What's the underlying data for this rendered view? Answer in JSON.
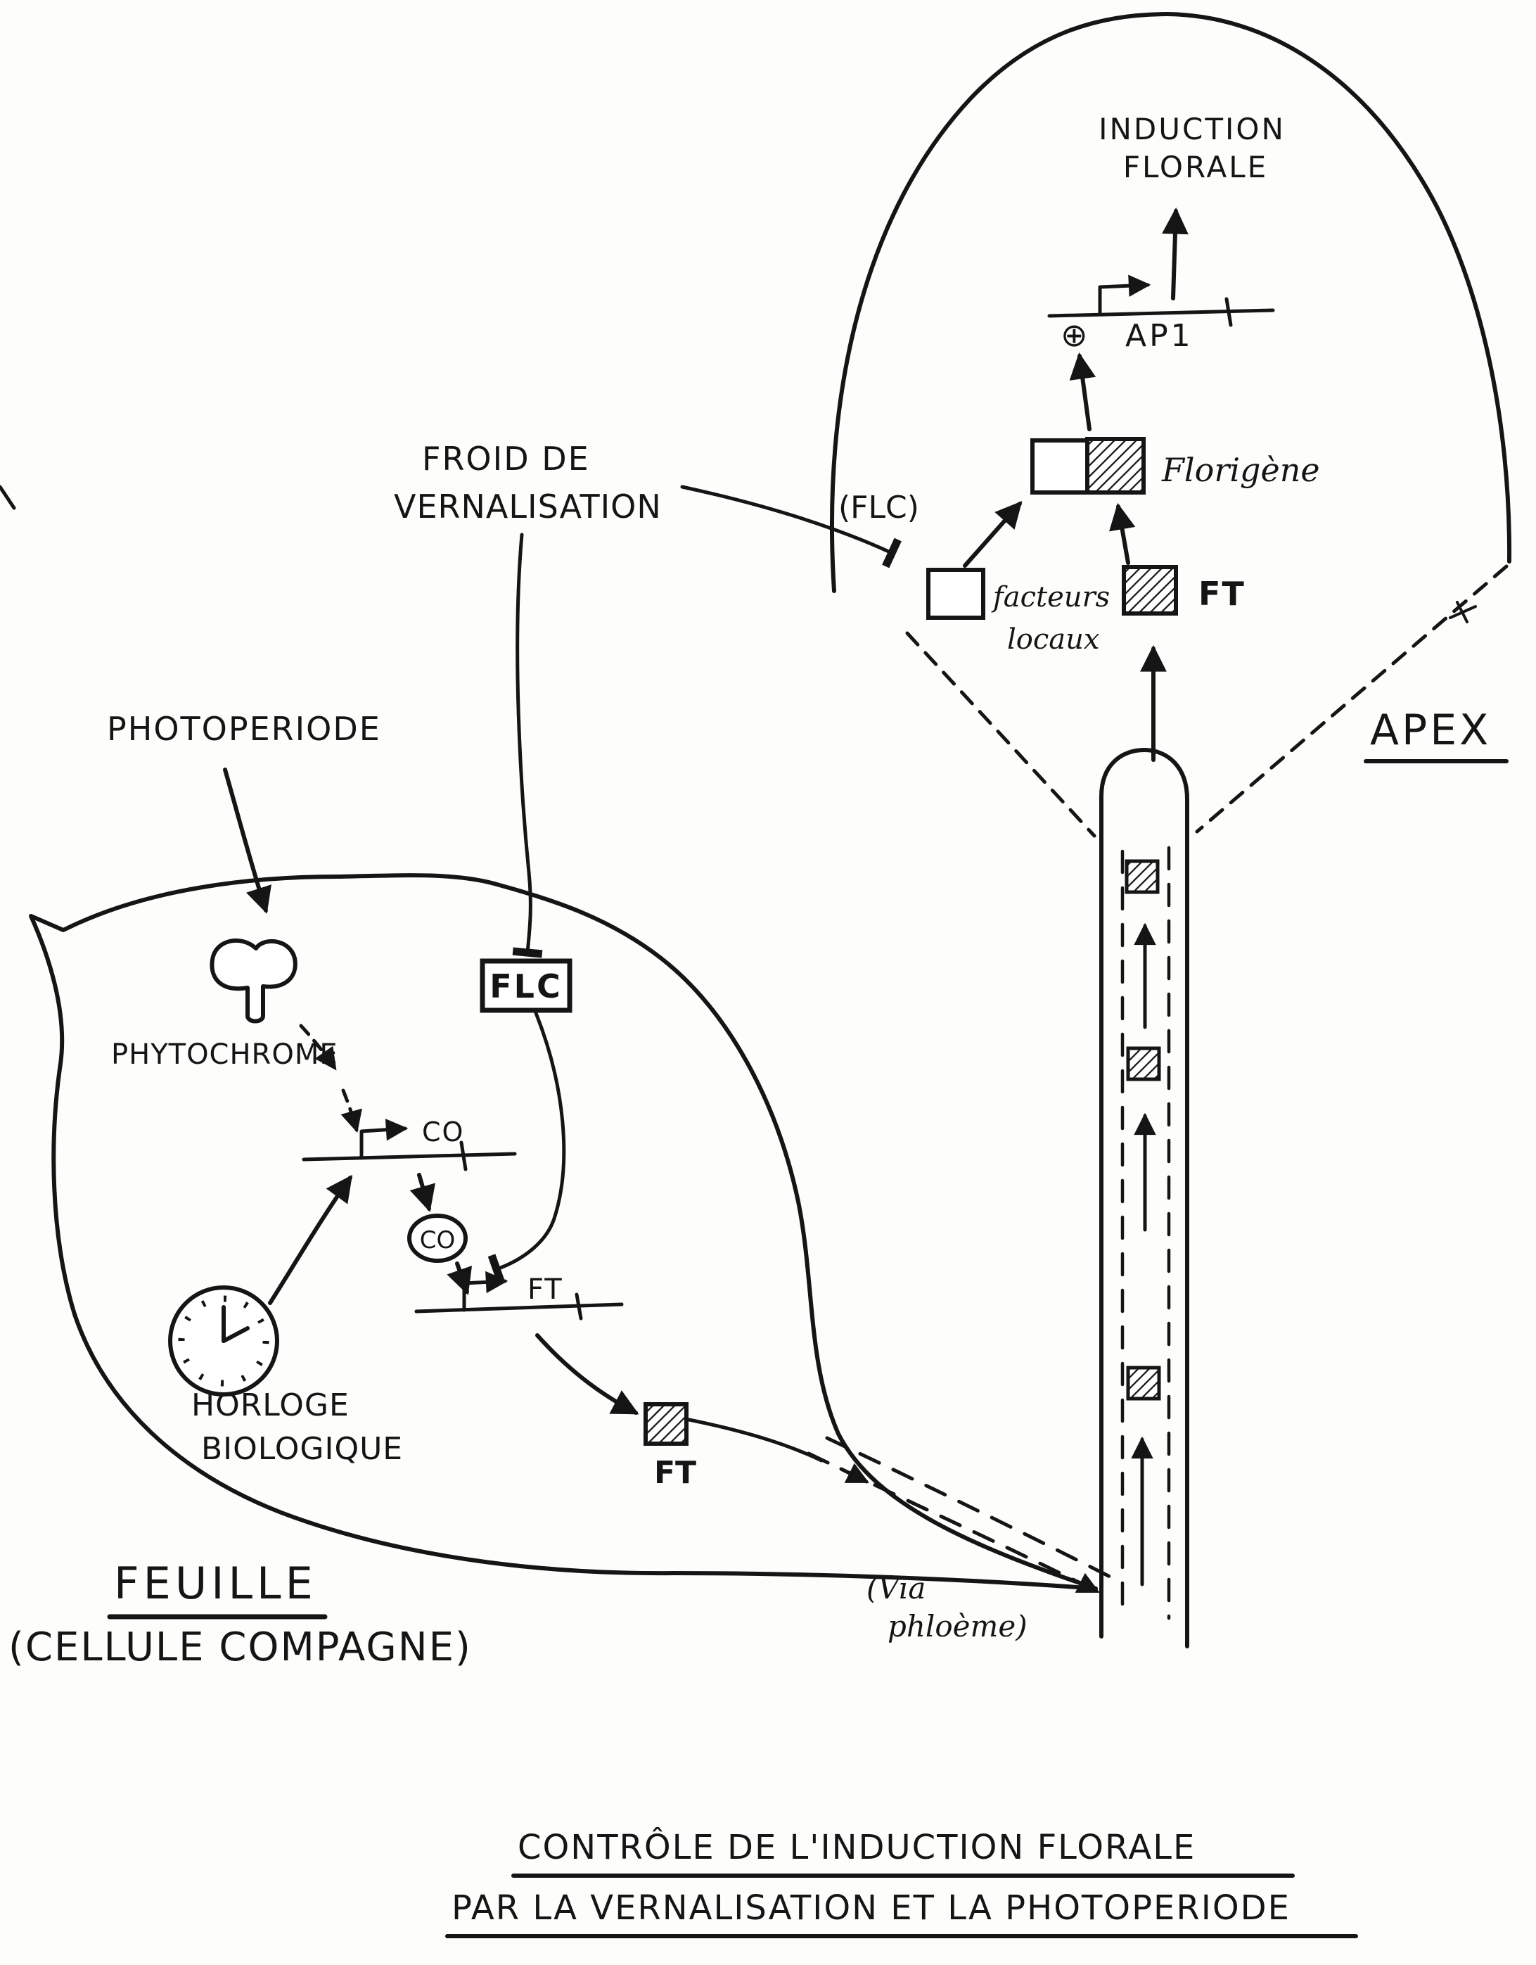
{
  "apex": {
    "label": "APEX",
    "induction_line1": "INDUCTION",
    "induction_line2": "FLORALE",
    "plus_symbol": "⊕",
    "ap1_label": "AP1",
    "florigene_label": "Florigène",
    "facteurs_line1": "facteurs",
    "facteurs_line2": "locaux",
    "ft_label": "FT",
    "flc_note": "(FLC)"
  },
  "vernalisation": {
    "line1": "FROID DE",
    "line2": "VERNALISATION"
  },
  "leaf": {
    "label": "FEUILLE",
    "sublabel": "(CELLULE COMPAGNE)",
    "photoperiode_label": "PHOTOPERIODE",
    "phytochrome_label": "PHYTOCHROME",
    "co_gene_label": "CO",
    "co_protein_label": "CO",
    "ft_gene_label": "FT",
    "ft_protein_label": "FT",
    "flc_box_label": "FLC",
    "horloge_line1": "HORLOGE",
    "horloge_line2": "BIOLOGIQUE"
  },
  "stem": {
    "via_line1": "(Via",
    "via_line2": "phloème)"
  },
  "caption": {
    "line1": "CONTRÔLE DE L'INDUCTION FLORALE",
    "line2": "PAR LA VERNALISATION ET LA PHOTOPERIODE"
  }
}
